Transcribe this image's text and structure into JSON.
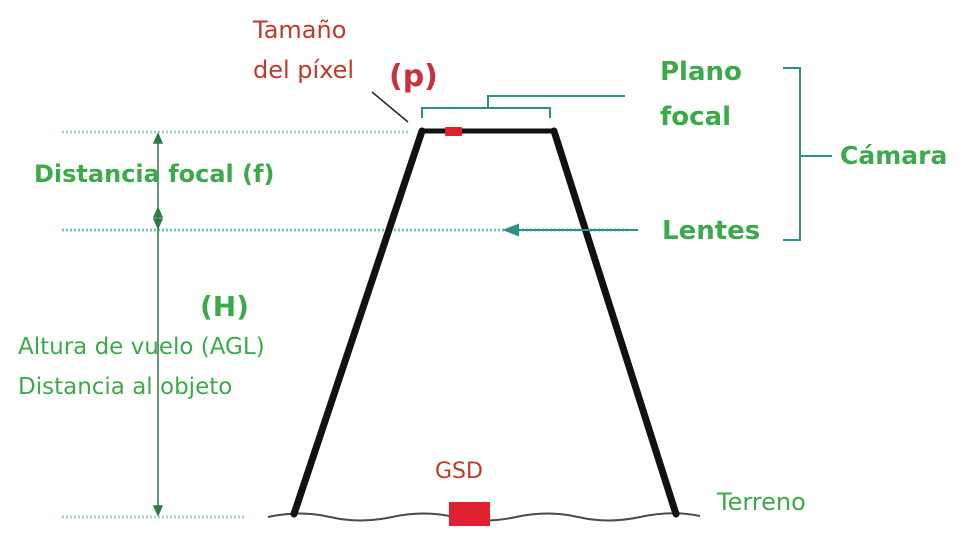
{
  "labels": {
    "pixel_size": {
      "line1": "Tamaño",
      "line2": "del píxel",
      "symbol": "(p)"
    },
    "focal_plane": {
      "line1": "Plano",
      "line2": "focal"
    },
    "camera": "Cámara",
    "focal_length": "Distancia focal (f)",
    "lenses": "Lentes",
    "height_symbol": "(H)",
    "flight_height": "Altura de vuelo (AGL)",
    "object_distance": "Distancia al objeto",
    "gsd": "GSD",
    "terrain": "Terreno"
  },
  "colors": {
    "label_green": "#3daa4a",
    "label_red": "#c0392b",
    "guide_line": "#78c8b4",
    "rays": "#111111",
    "pixel_fill": "#e02030"
  }
}
